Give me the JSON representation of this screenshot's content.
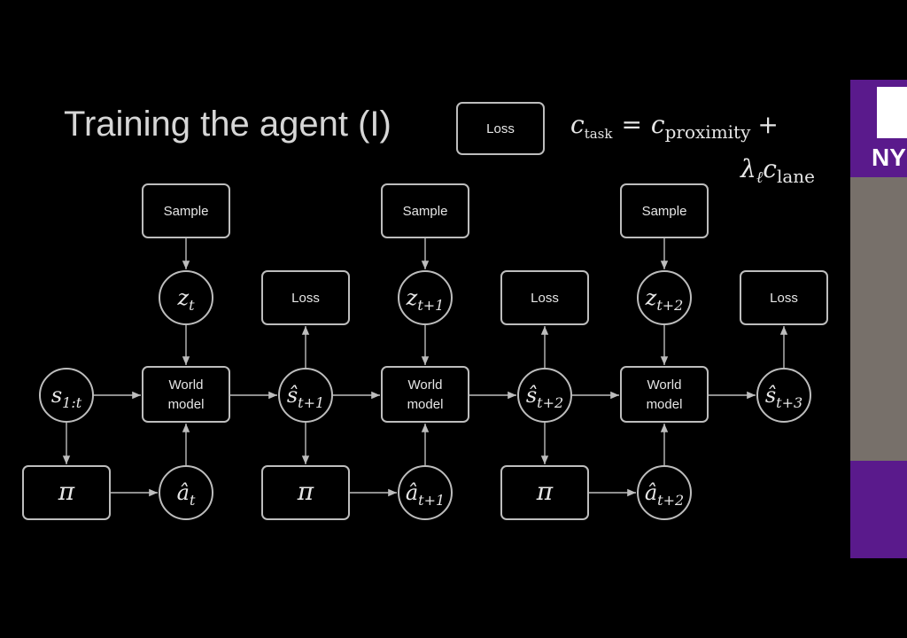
{
  "slide": {
    "title": "Training the agent (I)"
  },
  "legend": {
    "loss_label": "Loss"
  },
  "formula": {
    "line1_lhs": "c",
    "line1_lhs_sub": "task",
    "line1_eq": "=",
    "line1_rhs": "c",
    "line1_rhs_sub": "proximity",
    "line1_plus": "+",
    "line2_lambda": "λ",
    "line2_lambda_sub": "ℓ",
    "line2_c": "c",
    "line2_c_sub": "lane"
  },
  "diagram": {
    "sample_label": "Sample",
    "loss_label": "Loss",
    "world_model_line1": "World",
    "world_model_line2": "model",
    "pi": "π",
    "s_init": "s",
    "s_init_sub": "1:t",
    "z": [
      "z",
      "z",
      "z"
    ],
    "z_sub": [
      "t",
      "t+1",
      "t+2"
    ],
    "a_hat": [
      "â",
      "â",
      "â"
    ],
    "a_sub": [
      "t",
      "t+1",
      "t+2"
    ],
    "s_hat": [
      "ŝ",
      "ŝ",
      "ŝ"
    ],
    "s_sub": [
      "t+1",
      "t+2",
      "t+3"
    ]
  },
  "sidebar": {
    "logo_text": "NY"
  }
}
